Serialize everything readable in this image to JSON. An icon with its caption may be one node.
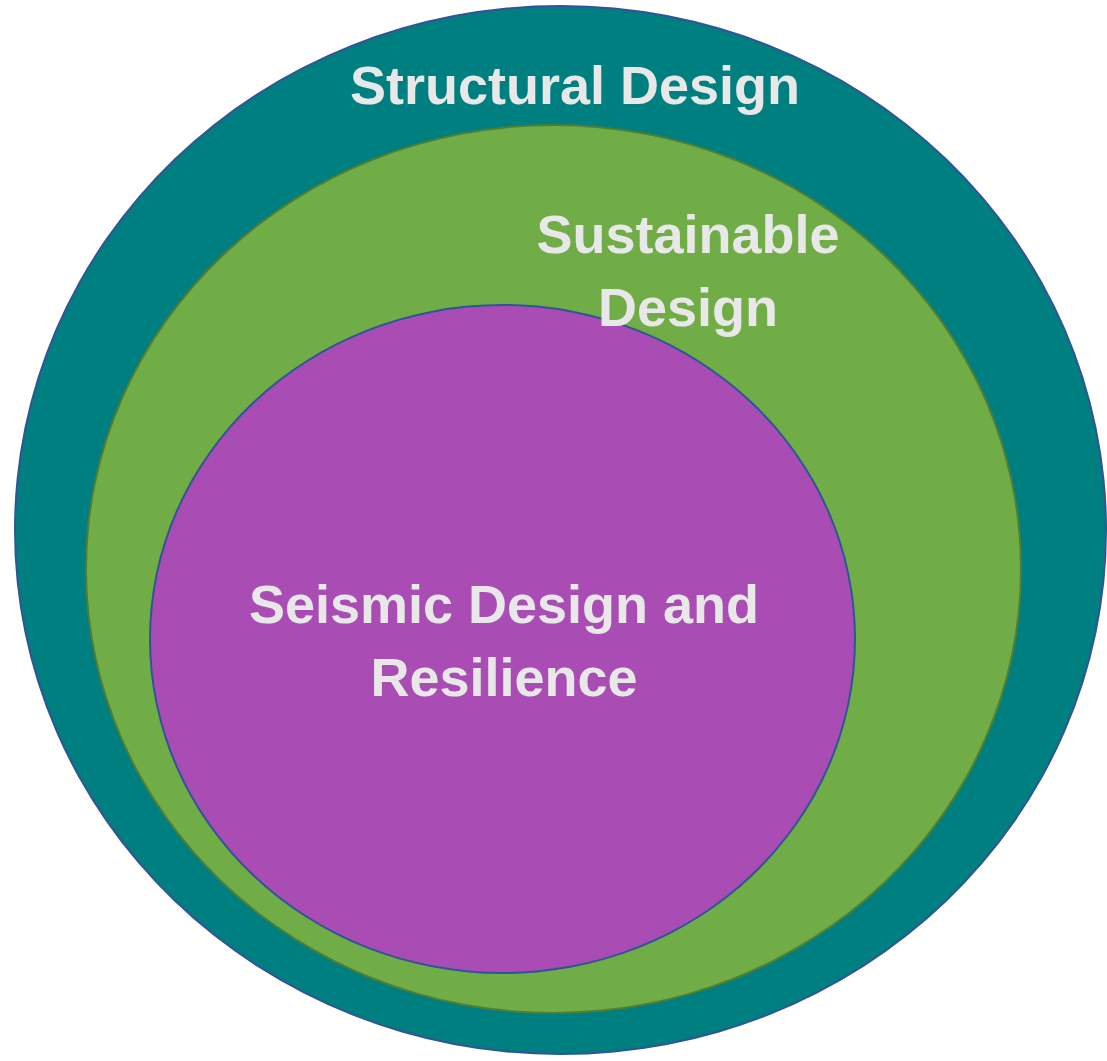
{
  "diagram": {
    "nodes": [
      {
        "text": [
          "Structural Design"
        ]
      },
      {
        "text": [
          "Sustainable Design"
        ],
        "in": 0
      },
      {
        "text": [
          "Seismic Design and Resilience"
        ],
        "in": 1
      }
    ]
  }
}
